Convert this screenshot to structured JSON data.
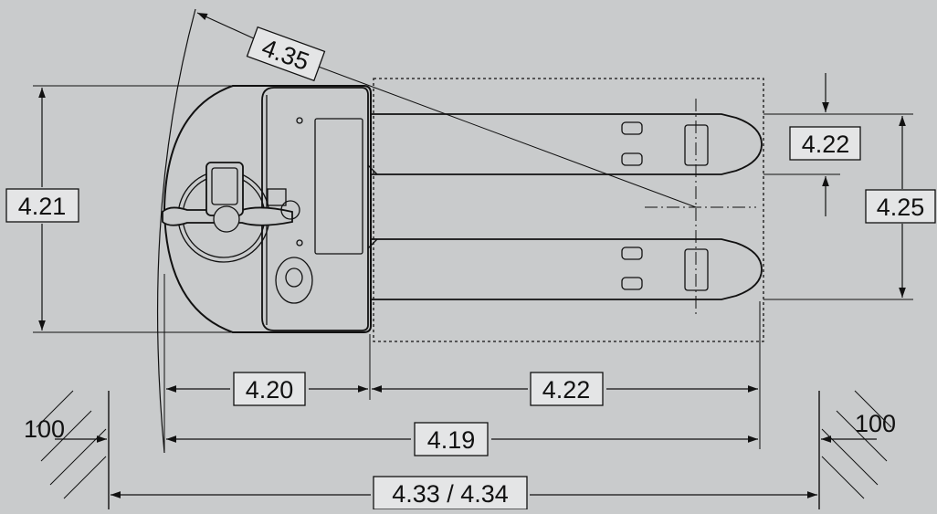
{
  "colors": {
    "background": "#c9cbcc",
    "line": "#111111",
    "label_fill": "#e4e5e6",
    "body_fill": "#c9cbcc"
  },
  "dimensions": {
    "overall_length": "4.19",
    "rear_length": "4.20",
    "fork_length": "4.22",
    "fork_width": "4.22",
    "overall_width": "4.21",
    "outer_fork_spread": "4.25",
    "turning_radius": "4.35",
    "aisle_width": "4.33 / 4.34",
    "clearance_left": "100",
    "clearance_right": "100"
  }
}
